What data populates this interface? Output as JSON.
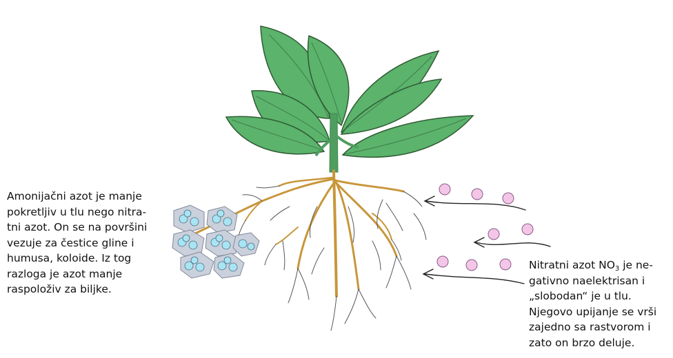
{
  "left_caption": {
    "lines": [
      "Amonijačni azot je manje",
      "pokretljiv u tlu nego nitra-",
      "tni azot. On se na površini",
      "vezuje za čestice gline i",
      "humusa, koloide. Iz tog",
      "razloga je azot manje",
      "raspoloživ za biljke."
    ]
  },
  "right_caption": {
    "line1_before": "Nitratni azot NO",
    "line1_sub": "3",
    "line1_after": " je ne-",
    "lines": [
      "gativno naelektrisan i",
      "„slobodan“ je u tlu.",
      "Njegovo upijanje se vrši",
      "zajedno sa rastvorom i",
      "zato on brzo deluje."
    ]
  },
  "colors": {
    "leaf_fill": "#5bb36c",
    "leaf_stroke": "#2f5a33",
    "stem": "#4f9d5f",
    "main_root": "#c8963a",
    "fine_root": "#555555",
    "nitrate_ion": "#f3c6e8",
    "clay_particle": "#c8cfdb",
    "ammonium_ion": "#a8e4f2"
  }
}
